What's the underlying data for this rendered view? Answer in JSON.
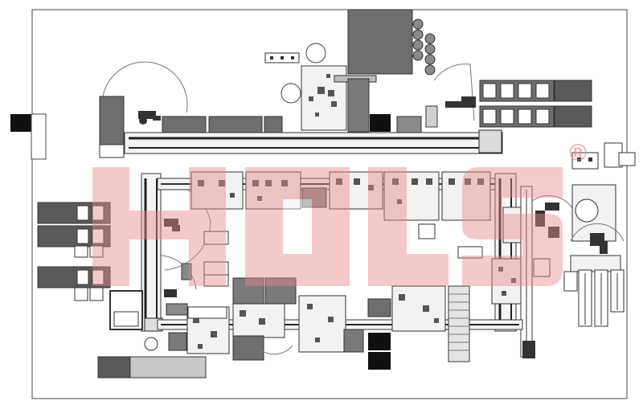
{
  "drawing": {
    "kind": "factory layout plan",
    "watermark": {
      "text": "HOLS",
      "mark": "®",
      "color": "#e8898c",
      "opacity": 0.45
    },
    "colors": {
      "line": "#333333",
      "dark_block": "#5a5a5a",
      "mid_block": "#8a8a8a",
      "light_block": "#c8c8c8",
      "machine_fill": "#f2f2f2",
      "robot": "#3a3a3a",
      "black_block": "#111111"
    }
  }
}
